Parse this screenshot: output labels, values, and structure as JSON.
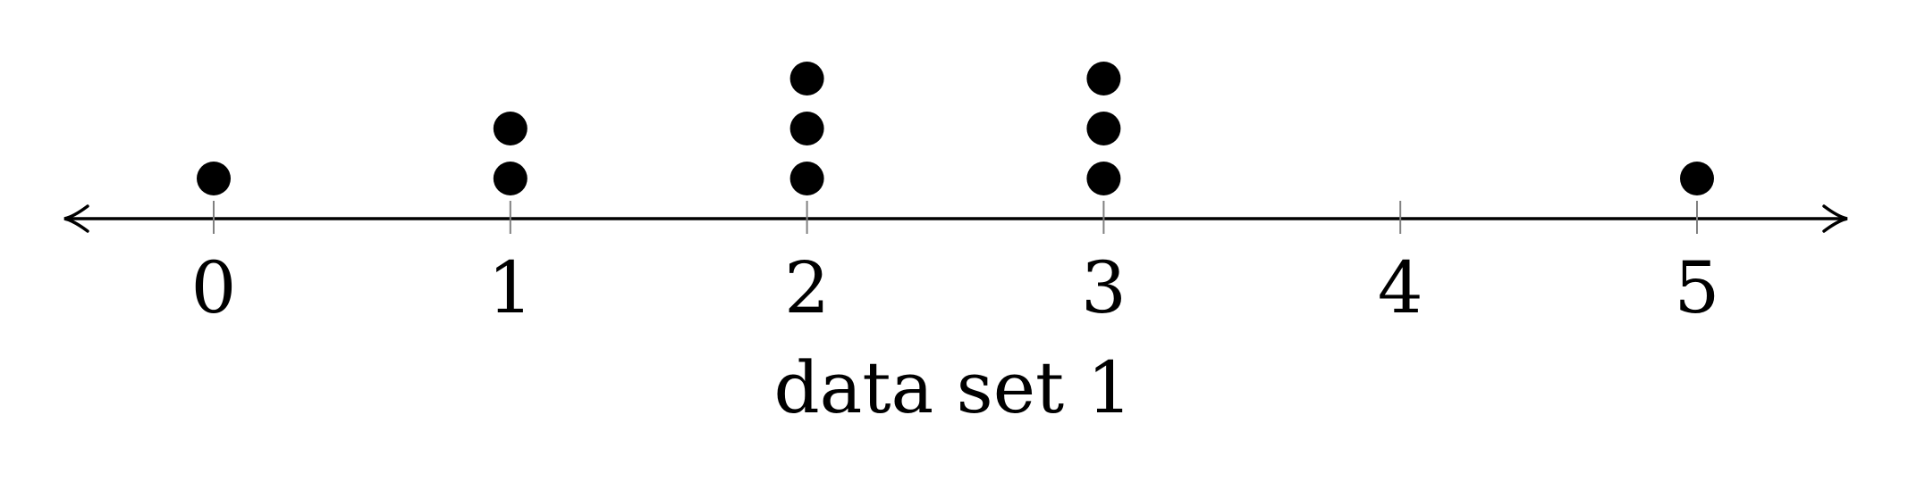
{
  "chart_data": {
    "type": "dot",
    "xlabel": "data set 1",
    "xlim": [
      0,
      5
    ],
    "ticks": [
      0,
      1,
      2,
      3,
      4,
      5
    ],
    "tick_labels": [
      "0",
      "1",
      "2",
      "3",
      "4",
      "5"
    ],
    "counts": [
      1,
      2,
      3,
      3,
      0,
      1
    ],
    "grid": false,
    "legend": "none",
    "colors": {
      "dot": "#000000",
      "axis": "#000000",
      "tick": "#808080"
    }
  }
}
